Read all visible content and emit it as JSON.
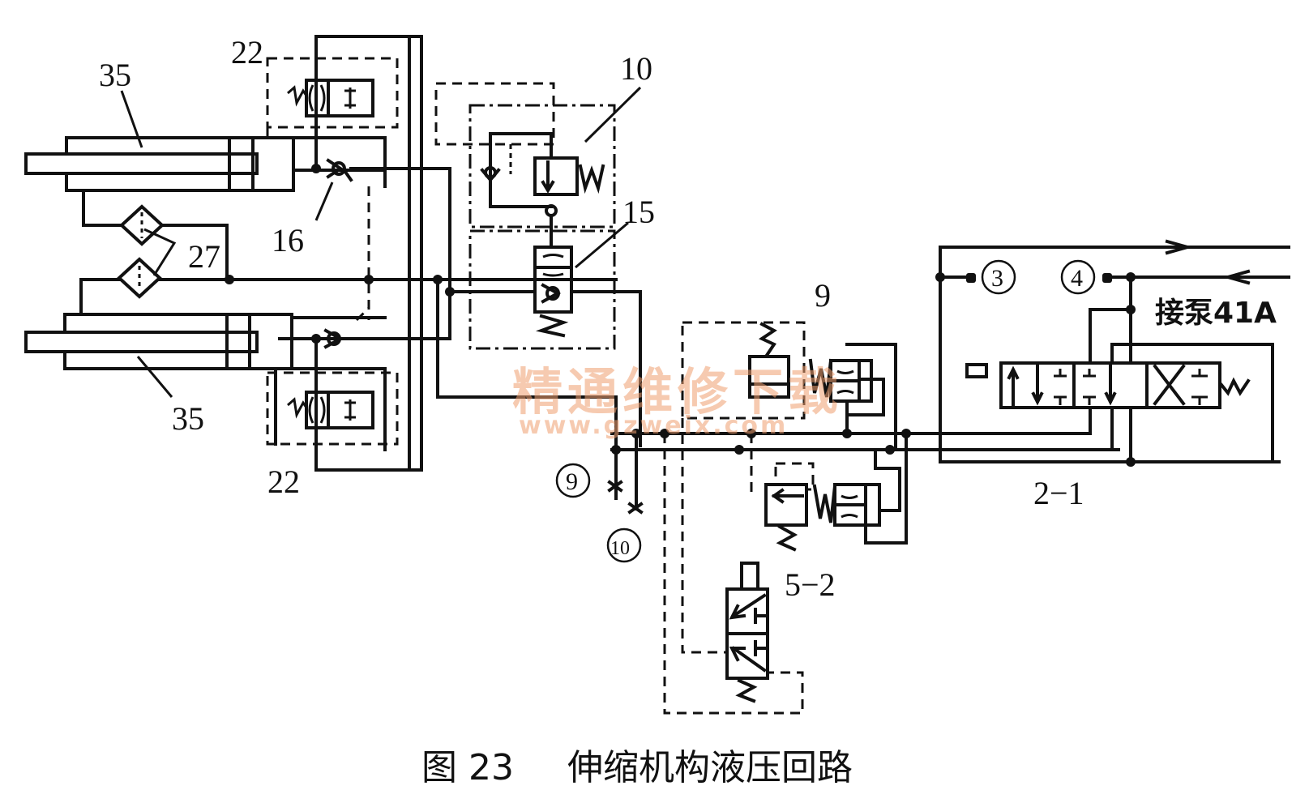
{
  "figure": {
    "caption_number": "图 23",
    "caption_title": "伸缩机构液压回路"
  },
  "labels": {
    "cylinder_top": "35",
    "cylinder_bottom": "35",
    "valve22_top": "22",
    "valve22_bottom": "22",
    "check_valve_16": "16",
    "filter_27": "27",
    "valve_10": "10",
    "valve_15": "15",
    "valve_9": "9",
    "valve_5_2": "5−2",
    "valve_2_1": "2−1",
    "pump_connection": "接泵41A"
  },
  "ports": {
    "port3": "3",
    "port4": "4",
    "port9": "9",
    "port10": "10"
  },
  "watermark": {
    "text_cn": "精通维修下载",
    "text_url": "www.gzweix.com",
    "color": "#f0a070"
  }
}
